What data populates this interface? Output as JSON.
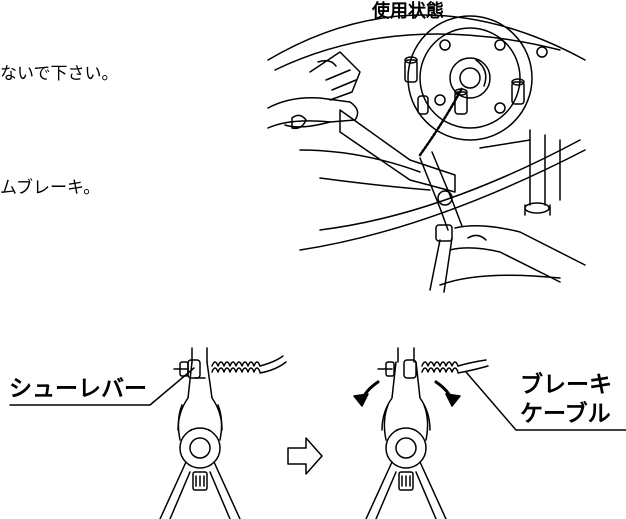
{
  "usage_illustration": {
    "title": "使用状態",
    "icon": "pliers-on-brake-drum-drawing"
  },
  "text_fragments": {
    "line1": "ないで下さい。",
    "line2": "ムブレーキ。"
  },
  "callouts": {
    "shoe_lever": "シューレバー",
    "brake_cable_line1": "ブレーキ",
    "brake_cable_line2": "ケーブル"
  },
  "icons": {
    "left_pliers": "closed-pliers-icon",
    "right_pliers": "spread-pliers-icon",
    "arrow": "right-arrow-outline-icon"
  }
}
